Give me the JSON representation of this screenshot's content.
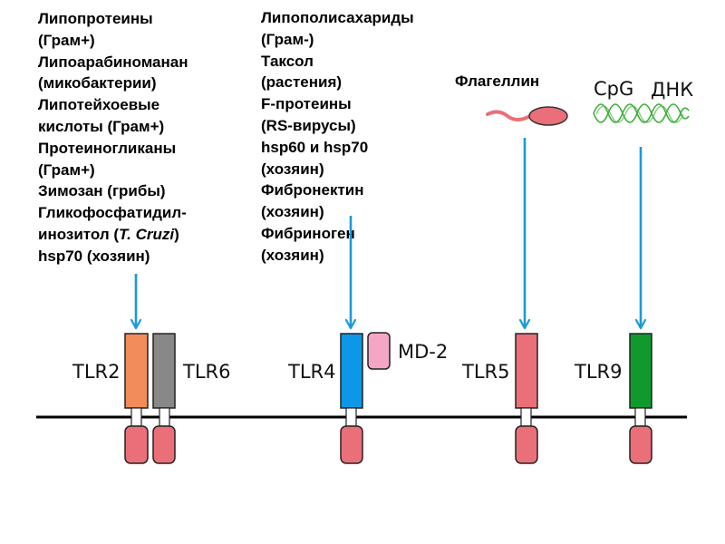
{
  "ligand_groups": {
    "tlr2_tlr6": {
      "lines": [
        "Липопротеины",
        "(Грам+)",
        "Липоарабиноманан",
        "(микобактерии)",
        "Липотейхоевые",
        "кислоты  (Грам+)",
        "Протеиногликаны",
        "(Грам+)",
        "Зимозан (грибы)",
        "Гликофосфатидил-"
      ],
      "inositol_prefix": "инозитол (",
      "inositol_italic": "T. Cruzi",
      "inositol_suffix": ")",
      "last_line": "hsp70 (хозяин)"
    },
    "tlr4": {
      "lines": [
        "Липополисахариды",
        "(Грам-)",
        "Таксол",
        "(растения)",
        "F-протеины",
        "(RS-вирусы)",
        "hsp60 и hsp70",
        "(хозяин)",
        "Фибронектин",
        "(хозяин)",
        "Фибриноген",
        "(хозяин)"
      ]
    },
    "tlr5": {
      "label": "Флагеллин"
    },
    "tlr9": {
      "cpg_label": "CpG",
      "dna_label": "ДНК"
    }
  },
  "receptors": {
    "tlr2": "TLR2",
    "tlr6": "TLR6",
    "tlr4": "TLR4",
    "md2": "MD-2",
    "tlr5": "TLR5",
    "tlr9": "TLR9"
  },
  "colors": {
    "tlr2": "#f28c5a",
    "tlr6": "#888888",
    "tlr4": "#0c97e8",
    "md2": "#f4a6c4",
    "tlr5": "#ea6f78",
    "tlr9": "#109a2e",
    "intracellular": "#ea6f78",
    "arrow": "#1a9ad6",
    "membrane": "#000000",
    "dna": "#3fae3a",
    "flagellin": "#ea6f78"
  }
}
